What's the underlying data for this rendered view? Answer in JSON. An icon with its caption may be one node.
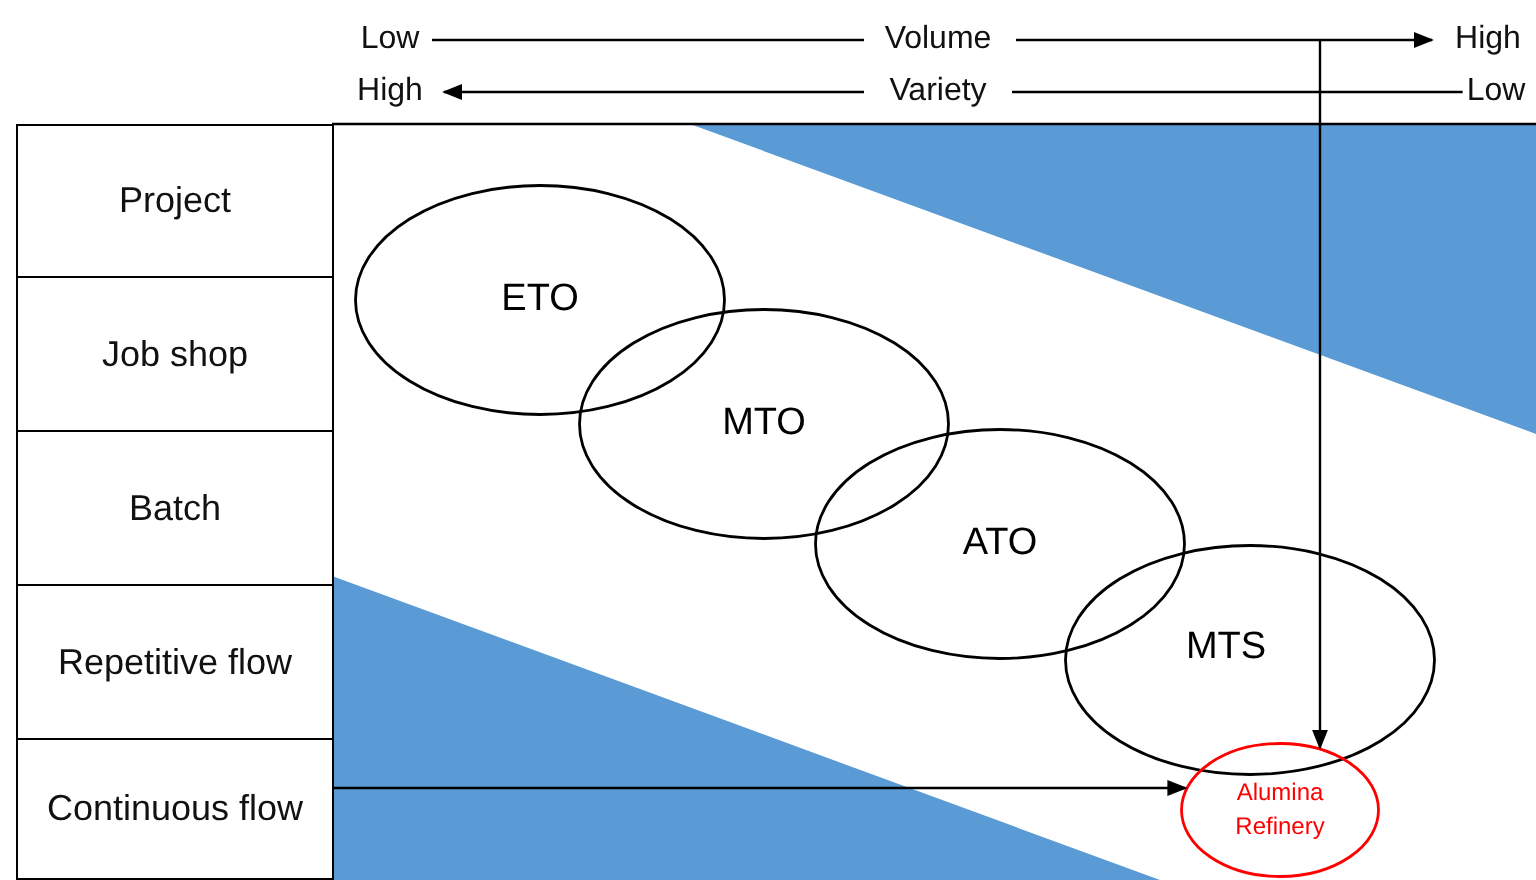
{
  "diagram": {
    "nodes": [
      {
        "text": [
          "Project"
        ]
      },
      {
        "text": [
          "Job shop"
        ]
      },
      {
        "text": [
          "Batch"
        ]
      },
      {
        "text": [
          "Repetitive flow"
        ]
      },
      {
        "text": [
          "Continuous flow"
        ]
      },
      {
        "text": [
          "ETO"
        ]
      },
      {
        "text": [
          "MTO"
        ]
      },
      {
        "text": [
          "ATO"
        ]
      },
      {
        "text": [
          "MTS"
        ]
      },
      {
        "text": [
          "Alumina Refinery"
        ]
      }
    ],
    "edges": [
      {
        "from": null,
        "to": 9,
        "arrow": "to"
      },
      {
        "from": 4,
        "to": 9,
        "arrow": "to"
      }
    ],
    "labels": [
      "Low",
      "Volume",
      "High",
      "High",
      "Variety",
      "Low"
    ]
  }
}
